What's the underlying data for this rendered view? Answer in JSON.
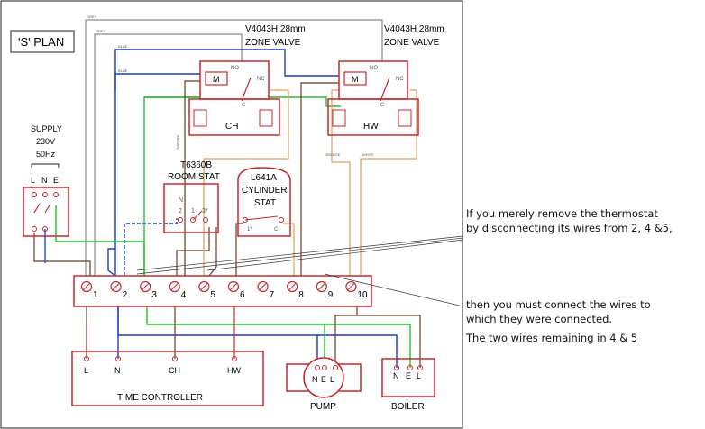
{
  "diagram": {
    "plan_title": "'S' PLAN",
    "zone_valve_ch": {
      "model": "V4043H 28mm",
      "name": "ZONE VALVE",
      "label": "CH",
      "no": "NO",
      "nc": "NC",
      "c": "C",
      "m": "M"
    },
    "zone_valve_hw": {
      "model": "V4043H 28mm",
      "name": "ZONE VALVE",
      "label": "HW",
      "no": "NO",
      "nc": "NC",
      "c": "C",
      "m": "M"
    },
    "supply": {
      "line1": "SUPPLY",
      "line2": "230V",
      "line3": "50Hz",
      "l": "L",
      "n": "N",
      "e": "E"
    },
    "room_stat": {
      "model": "T6360B",
      "name": "ROOM STAT",
      "n": "N",
      "t1": "1",
      "t2": "2",
      "t3": "3*"
    },
    "cylinder_stat": {
      "model": "L641A",
      "name1": "CYLINDER",
      "name2": "STAT",
      "t1": "1*",
      "c": "C"
    },
    "terminals": [
      "1",
      "2",
      "3",
      "4",
      "5",
      "6",
      "7",
      "8",
      "9",
      "10"
    ],
    "time_controller": {
      "name": "TIME CONTROLLER",
      "l": "L",
      "n": "N",
      "ch": "CH",
      "hw": "HW"
    },
    "pump": {
      "name": "PUMP",
      "n": "N",
      "e": "E",
      "l": "L"
    },
    "boiler": {
      "name": "BOILER",
      "n": "N",
      "e": "E",
      "l": "L"
    },
    "wire_labels": {
      "grey": "GREY",
      "blue": "BLUE",
      "brown": "BROWN",
      "orange": "ORANGE",
      "white": "WHITE"
    }
  },
  "annotations": {
    "line1": "If you merely remove the thermostat",
    "line2": "by disconnecting its wires from 2, 4 &5,",
    "line3": "then you must connect the wires to",
    "line4": "which they were connected.",
    "line5": "The two wires remaining in 4 & 5"
  },
  "colors": {
    "red": "#c8282d",
    "blue": "#1a3fc4",
    "green": "#22c02a",
    "brown": "#6b3a1e",
    "grey": "#8c8c8c",
    "orange": "#d9a05a",
    "darkbrown": "#4a2a14"
  }
}
